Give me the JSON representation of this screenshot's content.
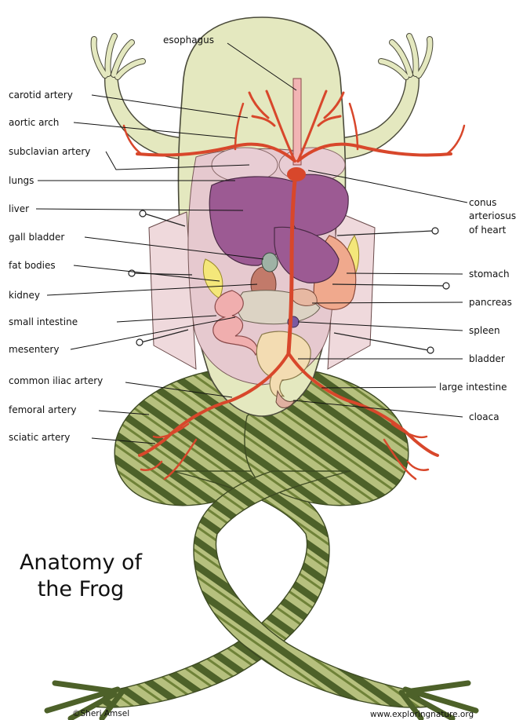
{
  "title": {
    "line1": "Anatomy of",
    "line2": "the Frog"
  },
  "labels": {
    "esophagus": "esophagus",
    "carotid_artery": "carotid artery",
    "aortic_arch": "aortic arch",
    "subclavian_artery": "subclavian artery",
    "lungs": "lungs",
    "liver": "liver",
    "gall_bladder": "gall bladder",
    "fat_bodies": "fat bodies",
    "kidney": "kidney",
    "small_intestine": "small intestine",
    "mesentery": "mesentery",
    "common_iliac_artery": "common iliac artery",
    "femoral_artery": "femoral artery",
    "sciatic_artery": "sciatic artery",
    "conus_line1": "conus",
    "conus_line2": "arteriosus",
    "conus_line3": "of heart",
    "stomach": "stomach",
    "pancreas": "pancreas",
    "spleen": "spleen",
    "bladder": "bladder",
    "large_intestine": "large intestine",
    "cloaca": "cloaca"
  },
  "credits": {
    "author": "©Sheri Amsel",
    "website": "www.exploringnature.org"
  },
  "colors": {
    "skin": "#e4e8bf",
    "leg_base": "#b6c07e",
    "leg_stripe": "#4d6129",
    "body_cavity": "#e6c9cf",
    "liver": "#9c5a93",
    "lungs": "#e8cdd4",
    "artery": "#d8472b",
    "intestine": "#f0aeae",
    "bladder": "#f3dcb2",
    "stomach": "#f0a98d",
    "fat_bodies": "#f4e77a"
  }
}
